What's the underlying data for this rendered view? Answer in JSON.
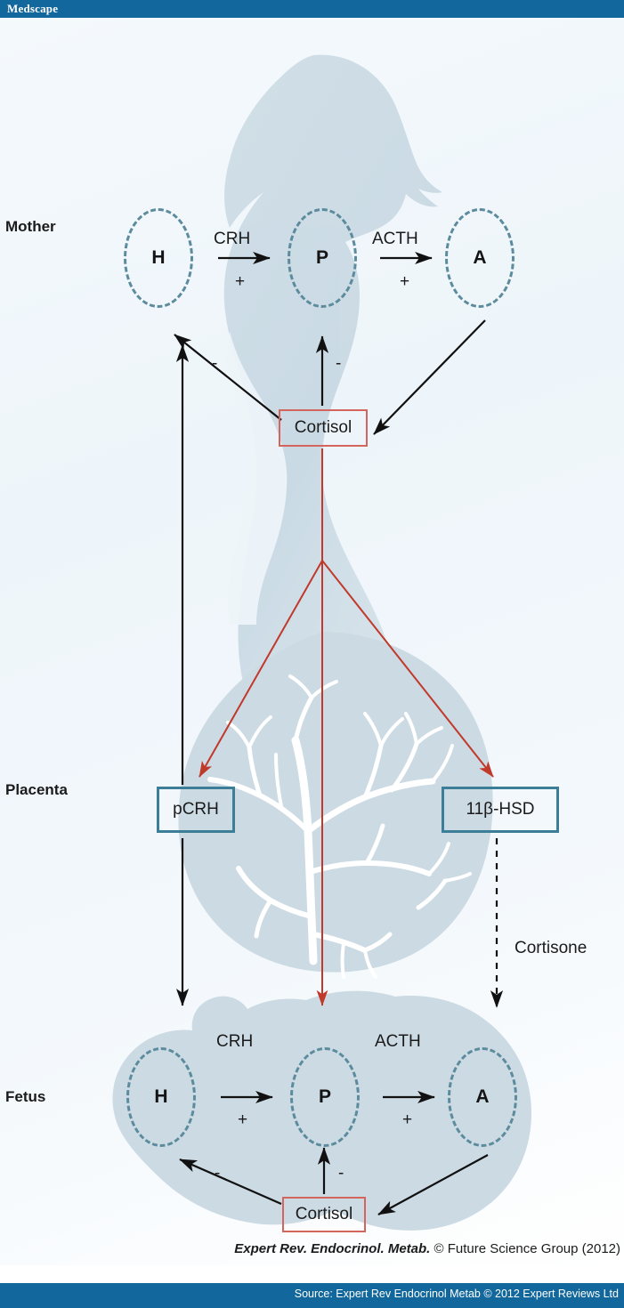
{
  "brand": {
    "logo": "Medscape"
  },
  "rows": {
    "mother": "Mother",
    "placenta": "Placenta",
    "fetus": "Fetus"
  },
  "nodes": {
    "mother": {
      "h": "H",
      "p": "P",
      "a": "A"
    },
    "fetus": {
      "h": "H",
      "p": "P",
      "a": "A"
    }
  },
  "pathways": {
    "mother": {
      "crh": "CRH",
      "acth": "ACTH",
      "crh_sign": "+",
      "acth_sign": "+",
      "feedback_h_sign": "-",
      "feedback_p_sign": "-"
    },
    "fetus": {
      "crh": "CRH",
      "acth": "ACTH",
      "crh_sign": "+",
      "acth_sign": "+",
      "feedback_h_sign": "-",
      "feedback_p_sign": "-"
    }
  },
  "boxes": {
    "cortisol_mother": "Cortisol",
    "cortisol_fetus": "Cortisol",
    "pcrh": "pCRH",
    "hsd": "11β-HSD"
  },
  "labels": {
    "cortisone": "Cortisone"
  },
  "citation": {
    "journal": "Expert Rev. Endocrinol. Metab.",
    "rest": " © Future Science Group (2012)"
  },
  "source": {
    "text": "Source: Expert Rev Endocrinol Metab © 2012 Expert Reviews Ltd"
  },
  "colors": {
    "brand_bar": "#12679c",
    "node_stroke": "#5b8b9c",
    "box_red": "#d4655c",
    "box_teal": "#3c7e97",
    "arrow_black": "#111111",
    "arrow_red": "#c0392b",
    "silhouette": "#ccdae3"
  }
}
